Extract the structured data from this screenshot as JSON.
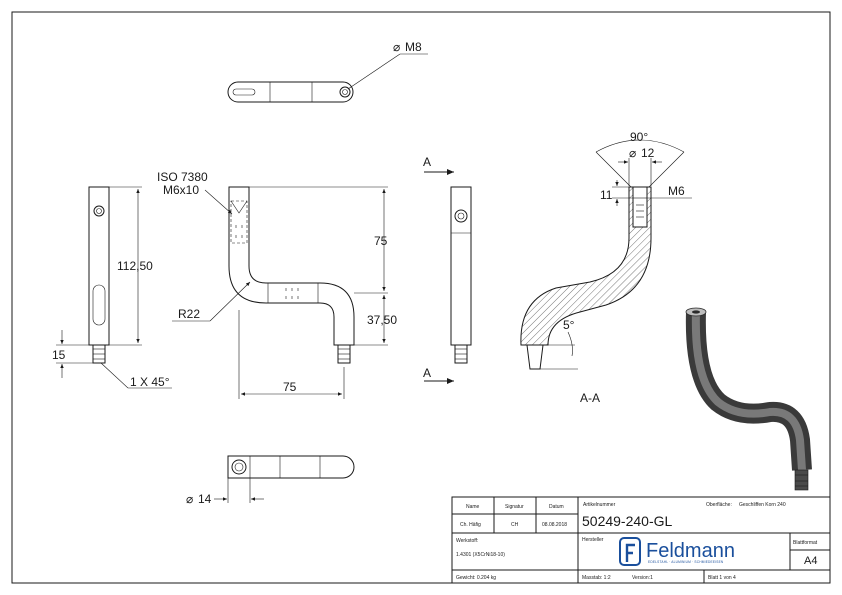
{
  "dimensions": {
    "thread_diameter": "M8",
    "length_total": "112,50",
    "iso_line1": "ISO 7380",
    "iso_line2": "M6x10",
    "height_75": "75",
    "radius": "R22",
    "height_3750": "37,50",
    "width_75": "75",
    "thread_length": "15",
    "chamfer": "1 X 45°",
    "section_marker": "A",
    "section_label": "A-A",
    "angle_90": "90°",
    "bore_diameter": "12",
    "depth_11": "11",
    "thread_m6": "M6",
    "angle_5": "5°",
    "bottom_diameter": "14"
  },
  "title_block": {
    "col_name": "Name",
    "col_signatur": "Signatur",
    "col_datum": "Datum",
    "name_value": "Ch. Häfig",
    "signatur_value": "CH",
    "datum_value": "08.08.2018",
    "artikel_label": "Artikelnummer",
    "oberflaeche_label": "Oberfläche:",
    "oberflaeche_value": "Geschliffen Korn 240",
    "artikel_value": "50249-240-GL",
    "werkstoff_label": "Werkstoff:",
    "werkstoff_value": "1.4301 (X5CrNi18-10)",
    "hersteller_label": "Hersteller",
    "logo_text": "Feldmann",
    "logo_sub": "EDELSTAHL · ALUMINIUM · SCHMIEDEEISEN",
    "blattformat_label": "Blattformat",
    "blattformat_value": "A4",
    "gewicht": "Gewicht: 0.204 kg",
    "massstab": "Masstab: 1:2",
    "version": "Version:1",
    "blatt": "Blatt 1 von 4"
  }
}
